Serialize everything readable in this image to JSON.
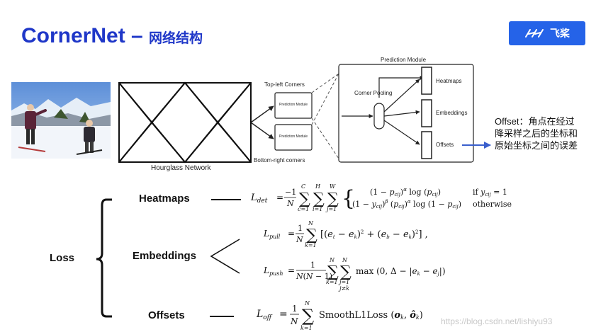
{
  "header": {
    "title_main": "CornerNet – ",
    "title_sub": "网络结构"
  },
  "logo": {
    "mark": "飞桨",
    "icon": "paddle-logo-icon"
  },
  "diagram": {
    "hourglass_label": "Hourglass Network",
    "top_left_label": "Top-left Corners",
    "bottom_right_label": "Bottom-right corners",
    "prediction_module_small_1": "Prediction Module",
    "prediction_module_small_2": "Prediction Module",
    "prediction_module_title": "Prediction Module",
    "corner_pooling_label": "Corner Pooling",
    "outputs": [
      "Heatmaps",
      "Embeddings",
      "Offsets"
    ]
  },
  "offset_note": {
    "lines": [
      "Offset：角点在经过",
      "降采样之后的坐标和",
      "原始坐标之间的误差"
    ]
  },
  "loss": {
    "label": "Loss",
    "heatmaps_label": "Heatmaps",
    "embeddings_label": "Embeddings",
    "offsets_label": "Offsets",
    "L_det_name": "L",
    "L_det_sub": "det",
    "L_pull_name": "L",
    "L_pull_sub": "pull",
    "L_push_name": "L",
    "L_push_sub": "push",
    "L_off_name": "L",
    "L_off_sub": "off"
  },
  "watermark": "https://blog.csdn.net/lishiyu93",
  "colors": {
    "title": "#1f37c8",
    "logo_bg": "#2563e8",
    "arrow": "#3a5fcd"
  }
}
